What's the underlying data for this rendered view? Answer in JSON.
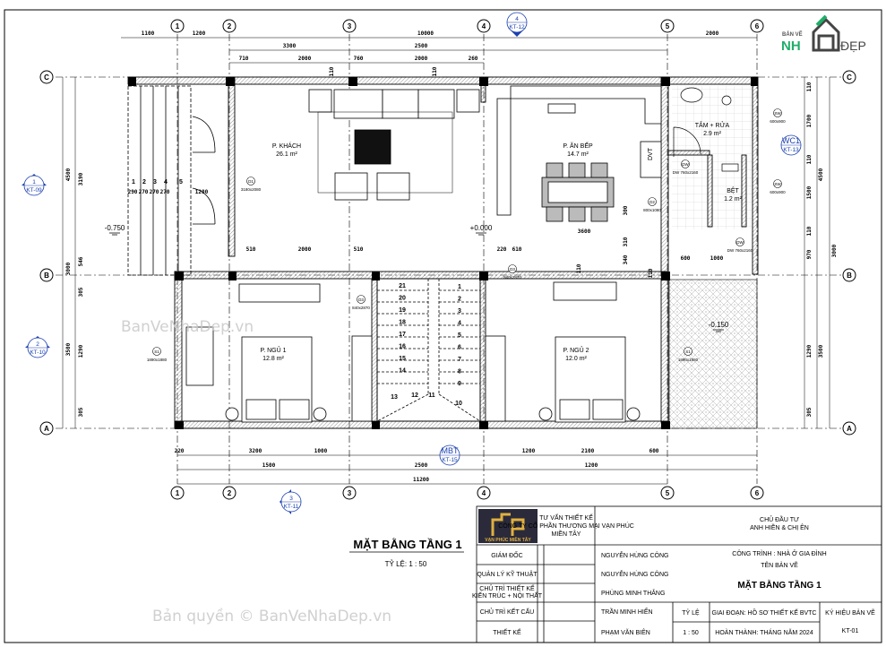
{
  "drawing": {
    "title": "MẶT BẰNG TẦNG 1",
    "scale": "TỶ LỆ:  1 : 50"
  },
  "grid": {
    "columns": [
      "1",
      "2",
      "3",
      "4",
      "5",
      "6"
    ],
    "rows": [
      "C",
      "B",
      "A"
    ]
  },
  "rooms": [
    {
      "name": "P. KHÁCH",
      "area": "26.1 m²"
    },
    {
      "name": "P. ĂN BẾP",
      "area": "14.7 m²"
    },
    {
      "name": "TẮM + RỬA",
      "area": "2.9 m²"
    },
    {
      "name": "BỆT",
      "area": "1.2 m²"
    },
    {
      "name": "P. NGỦ 1",
      "area": "12.8 m²"
    },
    {
      "name": "P. NGỦ 2",
      "area": "12.0 m²"
    }
  ],
  "levels": [
    "+0.000",
    "-0.750",
    "-0.150"
  ],
  "fridge_label": "DVT",
  "section_marks": [
    {
      "num": "1",
      "sheet": "KT-09"
    },
    {
      "num": "2",
      "sheet": "KT-10"
    },
    {
      "num": "3",
      "sheet": "KT-11"
    },
    {
      "num": "4",
      "sheet": "KT-12"
    },
    {
      "num": "WC1",
      "sheet": "KT-13"
    },
    {
      "num": "MBT",
      "sheet": "KT-15"
    }
  ],
  "openings": [
    {
      "tag": "D1",
      "size": "3180x2080"
    },
    {
      "tag": "D2",
      "size": "800x1080"
    },
    {
      "tag": "D3",
      "size": "840x2870"
    },
    {
      "tag": "D3",
      "size": "840x2870"
    },
    {
      "tag": "S1",
      "size": "1890x1880"
    },
    {
      "tag": "S1",
      "size": "1890x1880"
    },
    {
      "tag": "DW",
      "size": "DW 760x2160"
    },
    {
      "tag": "DW",
      "size": "DW 760x2160"
    },
    {
      "tag": "SW",
      "size": "600x900"
    },
    {
      "tag": "SW",
      "size": "600x900"
    }
  ],
  "stairs": {
    "left_steps": [
      "21",
      "20",
      "19",
      "18",
      "17",
      "16",
      "15",
      "14"
    ],
    "right_steps": [
      "1",
      "2",
      "3",
      "4",
      "5",
      "6",
      "7",
      "8",
      "9"
    ],
    "winder_steps": [
      "13",
      "12",
      "11",
      "10"
    ],
    "entry_steps": [
      "1",
      "2",
      "3",
      "4",
      "5"
    ]
  },
  "dimensions": {
    "top_row1": [
      "1100",
      "1200",
      "10000",
      "2000"
    ],
    "top_row2": [
      "3300",
      "2500"
    ],
    "top_row3": [
      "710",
      "2000",
      "760",
      "2000",
      "260"
    ],
    "top_entry": [
      "290",
      "270",
      "270",
      "270",
      "1200"
    ],
    "interior": [
      "510",
      "2000",
      "510",
      "220",
      "610",
      "3600",
      "300",
      "310",
      "340",
      "110",
      "110",
      "110",
      "600",
      "110",
      "1000"
    ],
    "bottom_row1": [
      "220",
      "3200",
      "1000",
      "1200",
      "2100",
      "600"
    ],
    "bottom_row2": [
      "1500",
      "2500",
      "1200"
    ],
    "bottom_row3": [
      "11200"
    ],
    "left": [
      "4500",
      "3190",
      "3000",
      "546",
      "305",
      "3500",
      "1290",
      "305"
    ],
    "right": [
      "110",
      "1700",
      "110",
      "1500",
      "110",
      "970",
      "4500",
      "3000",
      "3500",
      "1290",
      "305"
    ]
  },
  "title_block": {
    "consultant_title": "TƯ VẤN THIẾT KẾ",
    "consultant_name_1": "CÔNG TY CỔ PHẦN THƯƠNG MẠI VẠN PHÚC",
    "consultant_name_2": "MIỀN TÂY",
    "logo_text": "VẠN PHÚC MIỀN TÂY",
    "owner_title": "CHỦ ĐẦU TƯ",
    "owner_name": "ANH HIỀN & CHỊ ÊN",
    "roles": [
      {
        "role": "GIÁM ĐỐC",
        "name": "NGUYỄN HÙNG CÔNG"
      },
      {
        "role": "QUẢN LÝ KỸ THUẬT",
        "name": "NGUYỄN HÙNG CÔNG"
      },
      {
        "role": "CHỦ TRÌ THIẾT KẾ",
        "role2": "KIẾN TRÚC + NỘI THẤT",
        "name": "PHÙNG MINH THẮNG"
      },
      {
        "role": "CHỦ TRÌ KẾT CẤU",
        "name": "TRẦN MINH HIỂN"
      },
      {
        "role": "THIẾT KẾ",
        "name": "PHẠM VĂN BIÊN"
      }
    ],
    "project": "CÔNG TRÌNH : NHÀ Ở GIA ĐÌNH",
    "sheet_name_label": "TÊN BẢN VẼ",
    "sheet_name": "MẶT BẰNG TẦNG 1",
    "scale_label": "TỶ LỆ",
    "scale_value": "1 : 50",
    "phase": "GIAI ĐOẠN: HỒ SƠ THIẾT KẾ BVTC",
    "completed": "HOÀN THÀNH: THÁNG        NĂM 2024",
    "sheet_code_label": "KÝ HIỆU BẢN VẼ",
    "sheet_code": "KT-01"
  },
  "watermarks": {
    "logo_small": "BẢN VẼ",
    "logo_big_1": "NH",
    "logo_big_2": "ĐẸP",
    "mid": "BanVeNhaDep.vn",
    "bottom": "Bản quyền © BanVeNhaDep.vn"
  },
  "colors": {
    "line": "#000000",
    "section_mark": "#1a3fb0",
    "logo_green": "#1fae6a",
    "hatch": "#777777",
    "watermark": "#c8c8c8"
  }
}
